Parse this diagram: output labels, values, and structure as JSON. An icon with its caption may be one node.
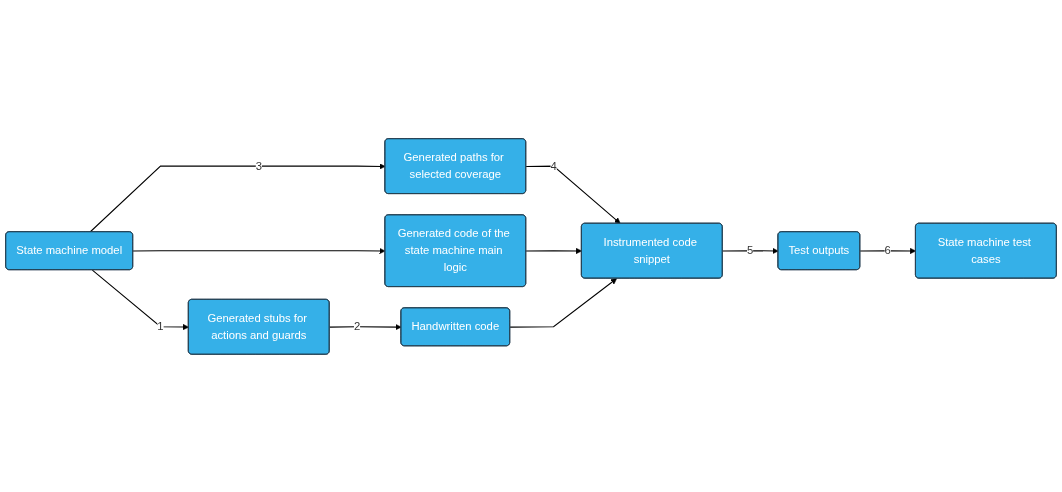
{
  "diagram": {
    "nodes": [
      {
        "text": [
          "State machine model"
        ]
      },
      {
        "text": [
          "Generated paths for selected coverage"
        ]
      },
      {
        "text": [
          "Generated code of the state machine main logic"
        ]
      },
      {
        "text": [
          "Generated stubs for actions and guards"
        ]
      },
      {
        "text": [
          "Handwritten code"
        ]
      },
      {
        "text": [
          "Instrumented code snippet"
        ]
      },
      {
        "text": [
          "Test outputs"
        ]
      },
      {
        "text": [
          "State machine test cases"
        ]
      }
    ],
    "edges": [
      {
        "from": 0,
        "to": 1,
        "arrow": "to",
        "label": "3"
      },
      {
        "from": 0,
        "to": 2,
        "arrow": "to"
      },
      {
        "from": 0,
        "to": 3,
        "arrow": "to",
        "label": "1"
      },
      {
        "from": 3,
        "to": 4,
        "arrow": "to",
        "label": "2"
      },
      {
        "from": 1,
        "to": 5,
        "arrow": "to",
        "label": "4"
      },
      {
        "from": 2,
        "to": 5,
        "arrow": "to"
      },
      {
        "from": 4,
        "to": 5,
        "arrow": "to"
      },
      {
        "from": 5,
        "to": 6,
        "arrow": "to",
        "label": "5"
      },
      {
        "from": 6,
        "to": 7,
        "arrow": "to",
        "label": "6"
      }
    ]
  }
}
